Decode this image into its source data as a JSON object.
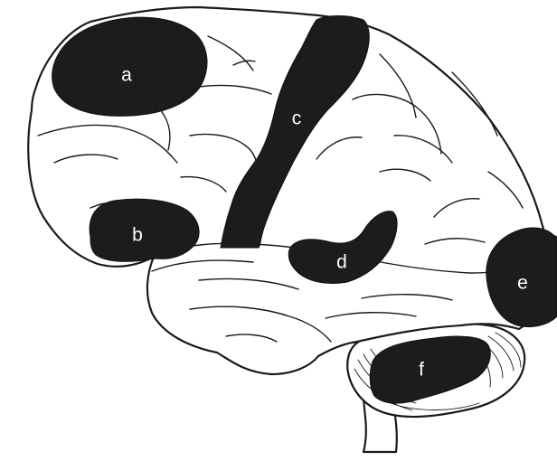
{
  "diagram": {
    "regions": [
      {
        "id": "a",
        "label": "a"
      },
      {
        "id": "b",
        "label": "b"
      },
      {
        "id": "c",
        "label": "c"
      },
      {
        "id": "d",
        "label": "d"
      },
      {
        "id": "e",
        "label": "e"
      },
      {
        "id": "f",
        "label": "f"
      }
    ]
  },
  "colors": {
    "outline": "#1a1a1a",
    "region_fill": "#1c1c1c",
    "label_text": "#ffffff",
    "background": "#ffffff"
  }
}
